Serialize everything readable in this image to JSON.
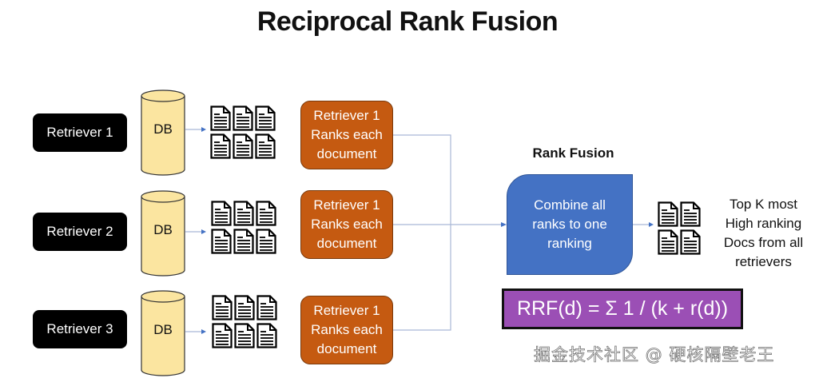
{
  "title": "Reciprocal Rank Fusion",
  "rows": [
    {
      "retriever": "Retriever 1",
      "db": "DB",
      "ranker": [
        "Retriever 1",
        "Ranks each",
        "document"
      ]
    },
    {
      "retriever": "Retriever 2",
      "db": "DB",
      "ranker": [
        "Retriever 1",
        "Ranks each",
        "document"
      ]
    },
    {
      "retriever": "Retriever 3",
      "db": "DB",
      "ranker": [
        "Retriever 1",
        "Ranks each",
        "document"
      ]
    }
  ],
  "fusion": {
    "label": "Rank Fusion",
    "box": [
      "Combine all",
      "ranks to one",
      "ranking"
    ]
  },
  "output": [
    "Top K most",
    "High ranking",
    "Docs from all",
    "retrievers"
  ],
  "formula": "RRF(d) = Σ 1 / (k + r(d))",
  "watermark": "掘金技术社区 @ 硬核隔壁老王",
  "icons": {
    "database": "cylinder-db-icon",
    "document": "document-page-icon"
  },
  "colors": {
    "retriever_bg": "#000000",
    "db_fill": "#fbe5a0",
    "ranker_bg": "#c55a11",
    "fusion_bg": "#4472c4",
    "formula_bg": "#9b4fb5",
    "connector": "#a9b8d6",
    "arrow": "#4472c4"
  }
}
